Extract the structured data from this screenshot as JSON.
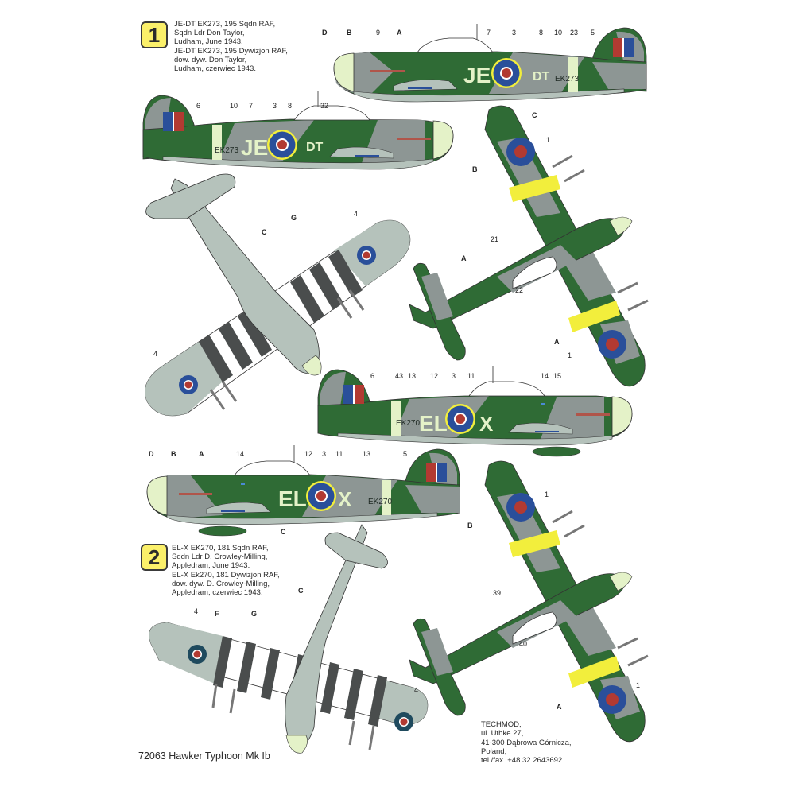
{
  "colors": {
    "dark_green": "#2f6b35",
    "ocean_grey": "#8d9694",
    "medium_sea_grey": "#b5c2bb",
    "sky": "#e4f2c8",
    "roundel_blue": "#2a4f9a",
    "roundel_red": "#b23a32",
    "yellow": "#f2ee3c",
    "invasion_black": "#4a4d4d",
    "badge_yellow": "#fbf06a"
  },
  "schemes": [
    {
      "number": "1",
      "description_lines": [
        "JE-DT EK273, 195 Sqdn RAF,",
        "Sqdn Ldr Don Taylor,",
        "Ludham, June 1943.",
        "JE-DT EK273, 195 Dywizjon RAF,",
        "dow. dyw. Don Taylor,",
        "Ludham, czerwiec 1943."
      ],
      "code_letters_left": "JE",
      "code_letters_right": "DT",
      "serial": "EK273",
      "starboard_profile_callouts": [
        "D",
        "B",
        "9",
        "A",
        "7",
        "3",
        "8",
        "10",
        "23",
        "5",
        "C"
      ],
      "port_profile_callouts": [
        "6",
        "10",
        "7",
        "3",
        "8",
        "32"
      ],
      "underside_callouts": [
        "C",
        "G",
        "4",
        "4"
      ],
      "upper_callouts": [
        "1",
        "B",
        "21",
        "A",
        "22",
        "A",
        "1"
      ]
    },
    {
      "number": "2",
      "description_lines": [
        "EL-X EK270, 181 Sqdn RAF,",
        "Sqdn Ldr D. Crowley-Milling,",
        "Appledram, June 1943.",
        "EL-X Ek270, 181 Dywizjon RAF,",
        "dow. dyw. D. Crowley-Milling,",
        "Appledram, czerwiec 1943."
      ],
      "code_letters_left": "EL",
      "code_letters_right": "X",
      "serial": "EK270",
      "port_profile_callouts": [
        "6",
        "43",
        "13",
        "12",
        "3",
        "11",
        "14",
        "15"
      ],
      "starboard_profile_callouts": [
        "D",
        "B",
        "A",
        "14",
        "12",
        "3",
        "11",
        "13",
        "5",
        "C"
      ],
      "underside_callouts": [
        "4",
        "F",
        "G",
        "C",
        "4"
      ],
      "upper_callouts": [
        "1",
        "B",
        "39",
        "40",
        "A",
        "1"
      ]
    }
  ],
  "footer": {
    "title": "72063 Hawker Typhoon Mk Ib"
  },
  "manufacturer": {
    "lines": [
      "TECHMOD,",
      "ul. Uthke 27,",
      "41-300 Dąbrowa Górnicza,",
      "Poland,",
      "tel./fax. +48 32 2643692"
    ]
  }
}
